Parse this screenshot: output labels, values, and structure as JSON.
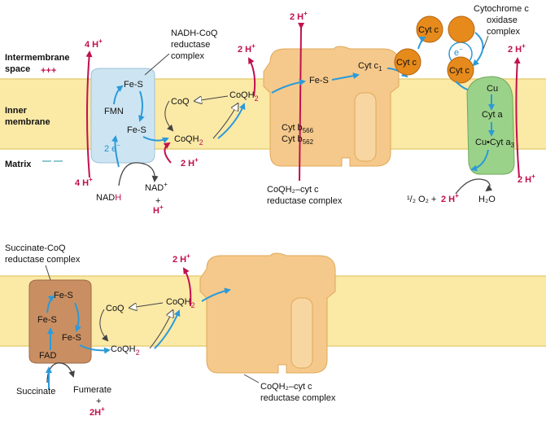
{
  "colors": {
    "membrane": "#fbe9a6",
    "membrane_edge": "#e8cf7a",
    "protein_orange": "#f5c98b",
    "nadh_complex": "#cde5f2",
    "succinate_complex": "#c98f62",
    "cyt_c": "#e68a1c",
    "oxidase": "#9bd28a",
    "proton": "#c0104f",
    "electron_arrow": "#2b9ad9"
  },
  "regions": {
    "intermembrane_1": "Intermembrane",
    "intermembrane_2": "space",
    "intermembrane_charge": "+++",
    "inner_1": "Inner",
    "inner_2": "membrane",
    "matrix": "Matrix",
    "matrix_charge": "— —"
  },
  "top": {
    "nadh_title_1": "NADH-CoQ",
    "nadh_title_2": "reductase",
    "nadh_title_3": "complex",
    "fes_1": "Fe-S",
    "fmn": "FMN",
    "fes_2": "Fe-S",
    "two_e": "2 e",
    "e_sup": "−",
    "coq": "CoQ",
    "coqh2_a": "CoQH",
    "coqh2_b": "CoQH",
    "h2_sub": "2",
    "four_h_top": "4 H",
    "four_h_bottom": "4 H",
    "two_h_1": "2 H",
    "two_h_2": "2 H",
    "two_h_3": "2 H",
    "two_h_4": "2 H",
    "two_h_5": "2 H",
    "plus": "+",
    "nadh_a": "NAD",
    "nadh_b": "H",
    "nad_plus": "NAD",
    "plus_sign": "+",
    "h_plus": "H",
    "fes_b": "Fe-S",
    "cyt_c1": "Cyt c",
    "c1_sub": "1",
    "cyt_b566": "Cyt b",
    "b566_sub": "566",
    "cyt_b562": "Cyt b",
    "b562_sub": "562",
    "cyt_c_1": "Cyt c",
    "cyt_c_2": "Cyt c",
    "cyt_c_3": "Cyt c",
    "e_label": "e",
    "oxidase_1": "Cytochrome c",
    "oxidase_2": "oxidase",
    "oxidase_3": "complex",
    "cu": "Cu",
    "cyt_a": "Cyt a",
    "cu_cyt_a3": "Cu•Cyt a",
    "a3_sub": "3",
    "half_o2": "¹/₂ O₂ +",
    "two_h_o2": "2 H",
    "h2o": "H₂O",
    "bc1_1": "CoQH₂–cyt c",
    "bc1_2": "reductase complex"
  },
  "bottom": {
    "succ_title_1": "Succinate-CoQ",
    "succ_title_2": "reductase complex",
    "fes_1": "Fe-S",
    "fes_2": "Fe-S",
    "fes_3": "Fe-S",
    "fad": "FAD",
    "coq": "CoQ",
    "coqh2_a": "CoQH",
    "coqh2_b": "CoQH",
    "h2_sub": "2",
    "two_h": "2 H",
    "plus": "+",
    "succinate": "Succinate",
    "fumarate": "Fumerate",
    "plus_sign": "+",
    "two_h_plus": "2H",
    "bc1_1": "CoQH₂–cyt c",
    "bc1_2": "reductase complex"
  }
}
